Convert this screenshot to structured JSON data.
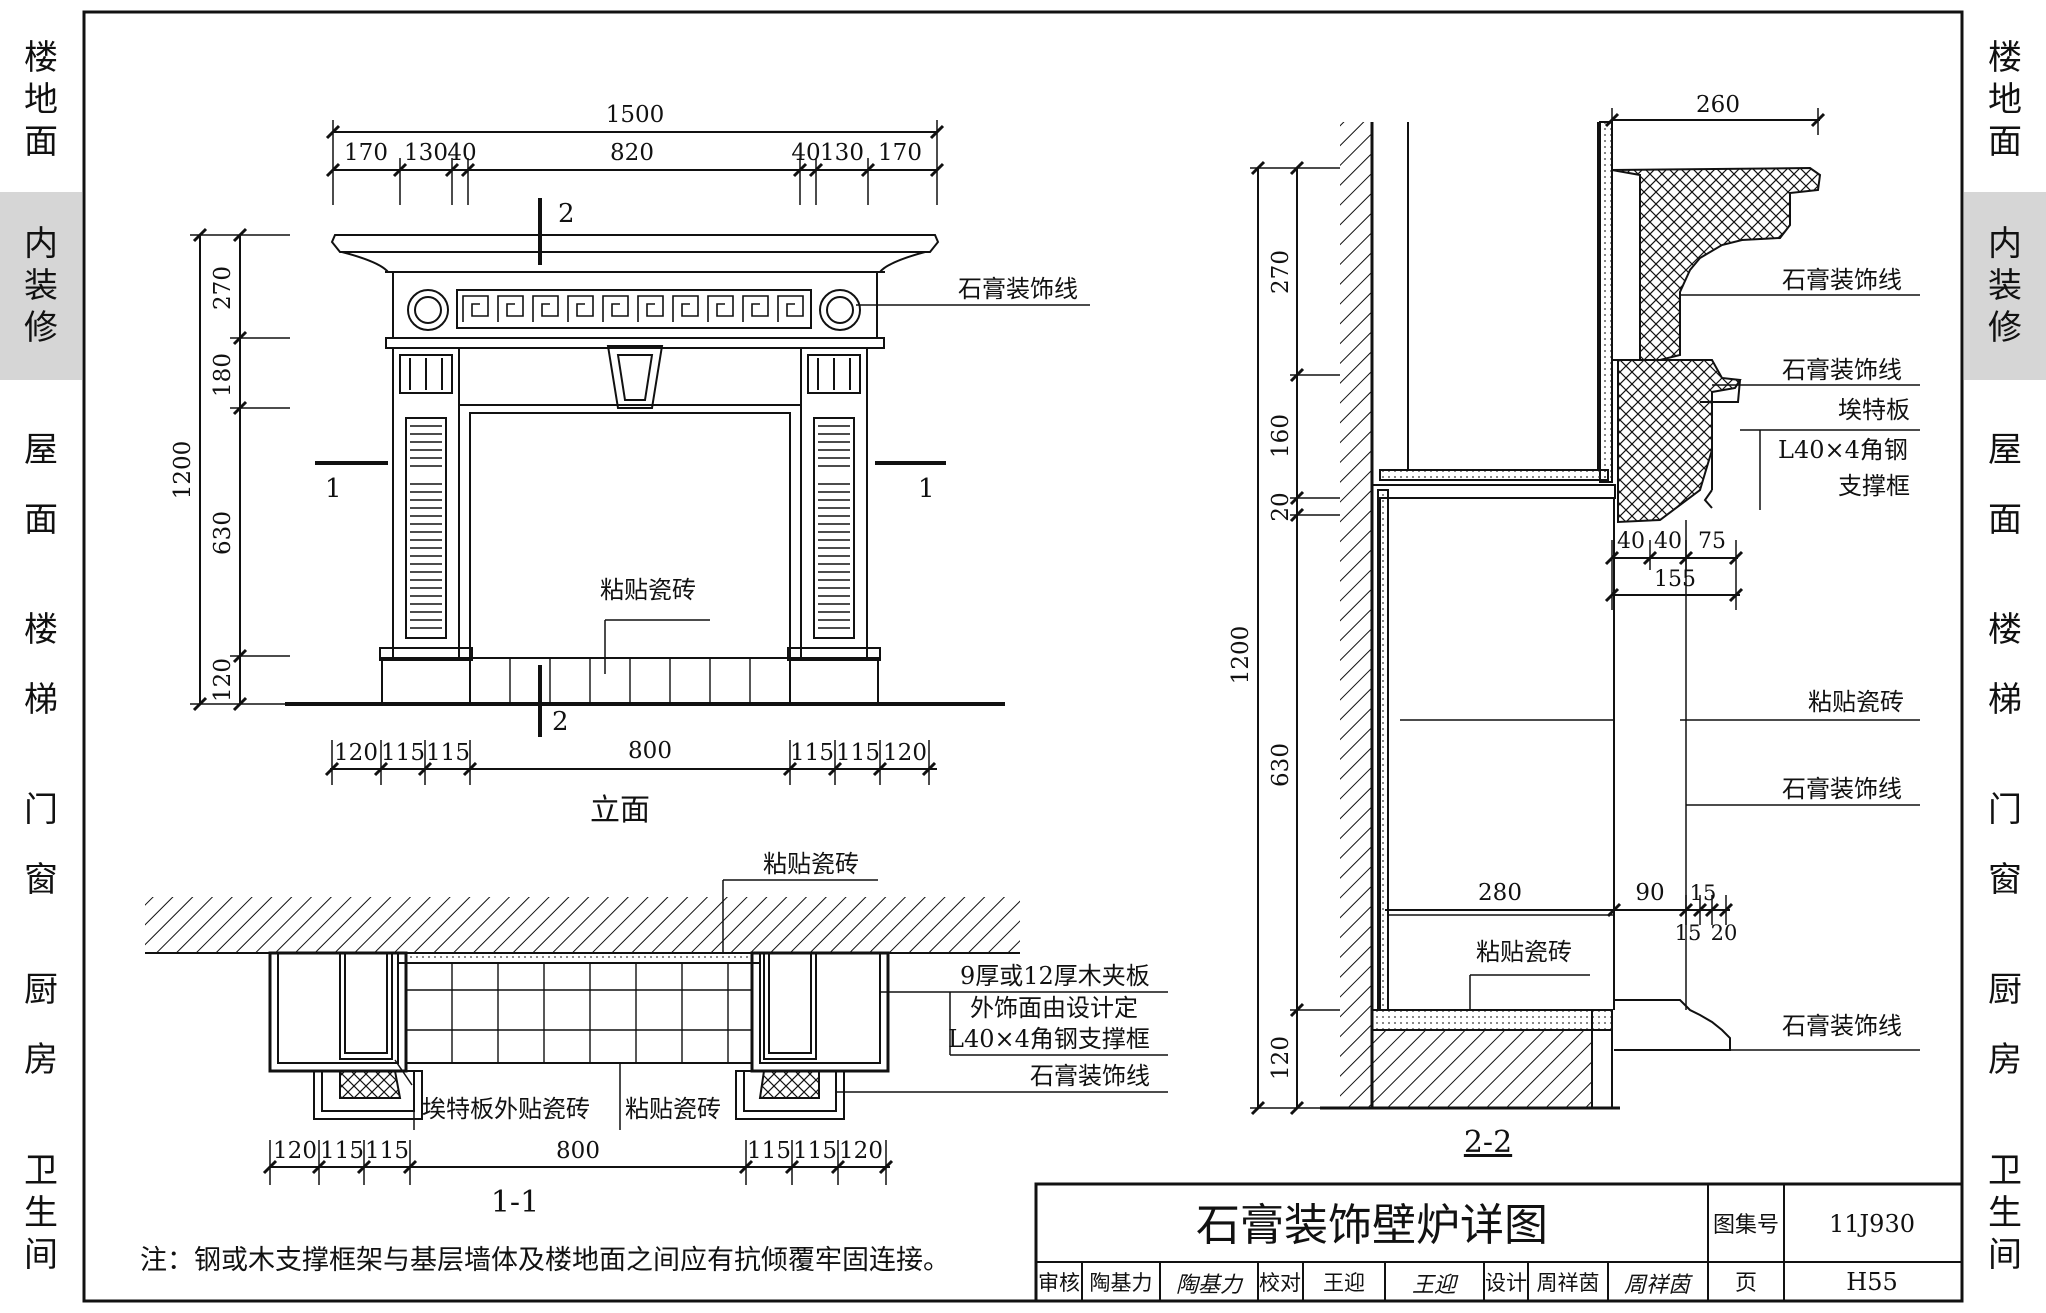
{
  "sidebar_left": [
    {
      "label": "楼地面",
      "active": false
    },
    {
      "label": "内装修",
      "active": true
    },
    {
      "label": "屋面",
      "active": false
    },
    {
      "label": "楼梯",
      "active": false
    },
    {
      "label": "门窗",
      "active": false
    },
    {
      "label": "厨房",
      "active": false
    },
    {
      "label": "卫生间",
      "active": false
    }
  ],
  "sidebar_right": [
    {
      "label": "楼地面",
      "active": false
    },
    {
      "label": "内装修",
      "active": true
    },
    {
      "label": "屋面",
      "active": false
    },
    {
      "label": "楼梯",
      "active": false
    },
    {
      "label": "门窗",
      "active": false
    },
    {
      "label": "厨房",
      "active": false
    },
    {
      "label": "卫生间",
      "active": false
    }
  ],
  "elevation": {
    "caption": "立面",
    "dims_top_total": "1500",
    "dims_top": [
      "170",
      "130",
      "40",
      "820",
      "40",
      "130",
      "170"
    ],
    "dims_left_total": "1200",
    "dims_left": [
      "270",
      "180",
      "630",
      "120"
    ],
    "dims_bottom": [
      "120",
      "115",
      "115",
      "800",
      "115",
      "115",
      "120"
    ],
    "section_mark_1": "1",
    "section_mark_2": "2",
    "label_plaster": "石膏装饰线",
    "label_tile": "粘贴瓷砖"
  },
  "section_1_1": {
    "caption": "1-1",
    "label_tile_top": "粘贴瓷砖",
    "label_plywood": "9厚或12厚木夹板",
    "label_finish": "外饰面由设计定",
    "label_frame": "L40×4角钢支撑框",
    "label_plaster": "石膏装饰线",
    "label_eter_tile": "埃特板外贴瓷砖",
    "label_tile": "粘贴瓷砖",
    "dims_bottom": [
      "120",
      "115",
      "115",
      "800",
      "115",
      "115",
      "120"
    ]
  },
  "section_2_2": {
    "caption": "2-2",
    "dim_top": "260",
    "dims_left_total": "1200",
    "dims_left": [
      "270",
      "160",
      "20",
      "630",
      "120"
    ],
    "dims_mid": [
      "40",
      "40",
      "75"
    ],
    "dim_mid_total": "155",
    "dims_lower": [
      "280",
      "90",
      "15",
      "15",
      "20"
    ],
    "label_plaster_1": "石膏装饰线",
    "label_plaster_2": "石膏装饰线",
    "label_eter": "埃特板",
    "label_steel": "L40×4角钢",
    "label_support": "支撑框",
    "label_tile_1": "粘贴瓷砖",
    "label_plaster_3": "石膏装饰线",
    "label_tile_2": "粘贴瓷砖",
    "label_plaster_4": "石膏装饰线"
  },
  "note": "注：钢或木支撑框架与基层墙体及楼地面之间应有抗倾覆牢固连接。",
  "title_block": {
    "title": "石膏装饰壁炉详图",
    "atlas_label": "图集号",
    "atlas_no": "11J930",
    "page_label": "页",
    "page_no": "H55",
    "review_label": "审核",
    "reviewer": "陶基力",
    "review_sign": "陶基力",
    "check_label": "校对",
    "checker": "王迎",
    "check_sign": "王迎",
    "design_label": "设计",
    "designer": "周祥茵",
    "design_sign": "周祥茵"
  }
}
